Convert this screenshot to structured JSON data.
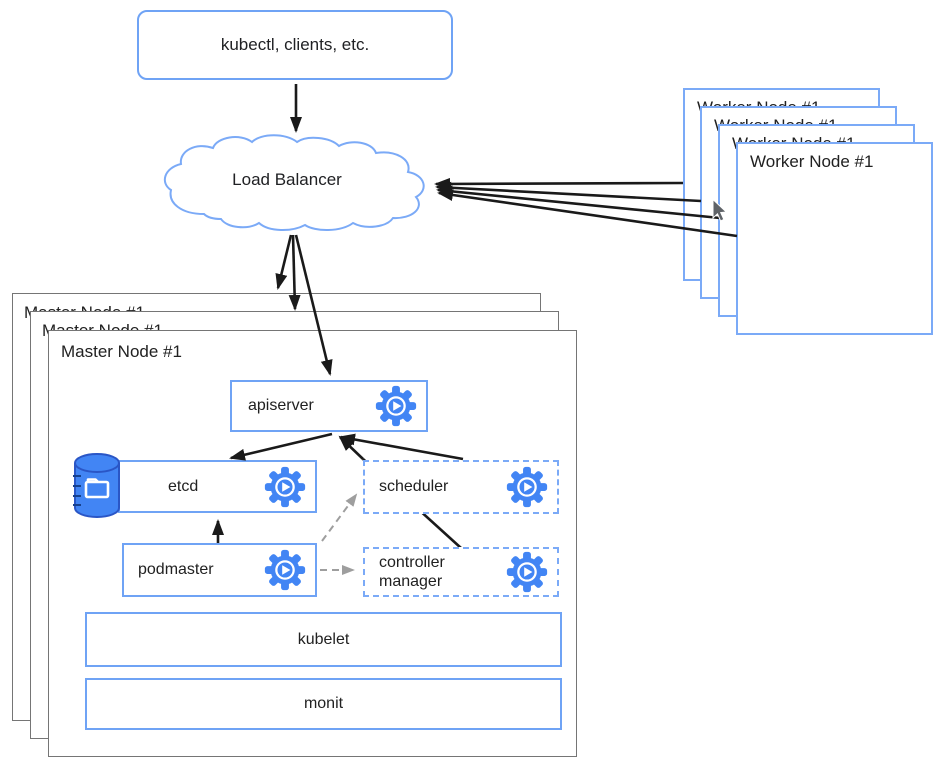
{
  "client_box": {
    "label": "kubectl, clients, etc."
  },
  "load_balancer": {
    "label": "Load Balancer"
  },
  "worker_node": {
    "label": "Worker Node #1",
    "stack_count": 4
  },
  "master_node": {
    "label": "Master Node #1",
    "stack_count": 3
  },
  "components": {
    "apiserver": {
      "label": "apiserver"
    },
    "etcd": {
      "label": "etcd"
    },
    "scheduler": {
      "label": "scheduler"
    },
    "controller_manager": {
      "label": "controller manager"
    },
    "podmaster": {
      "label": "podmaster"
    },
    "kubelet": {
      "label": "kubelet"
    },
    "monit": {
      "label": "monit"
    }
  },
  "icons": {
    "gear": "gear-play-icon",
    "database": "database-folder-icon",
    "cursor": "mouse-cursor-icon"
  },
  "colors": {
    "accent_blue": "#4285F4",
    "border_blue": "#6FA3F5",
    "dashed_blue": "#7BAAF7",
    "stack_gray": "#757575",
    "arrow_black": "#1A1A1A",
    "arrow_gray": "#9E9E9E",
    "cylinder_stroke": "#2A56C6"
  }
}
